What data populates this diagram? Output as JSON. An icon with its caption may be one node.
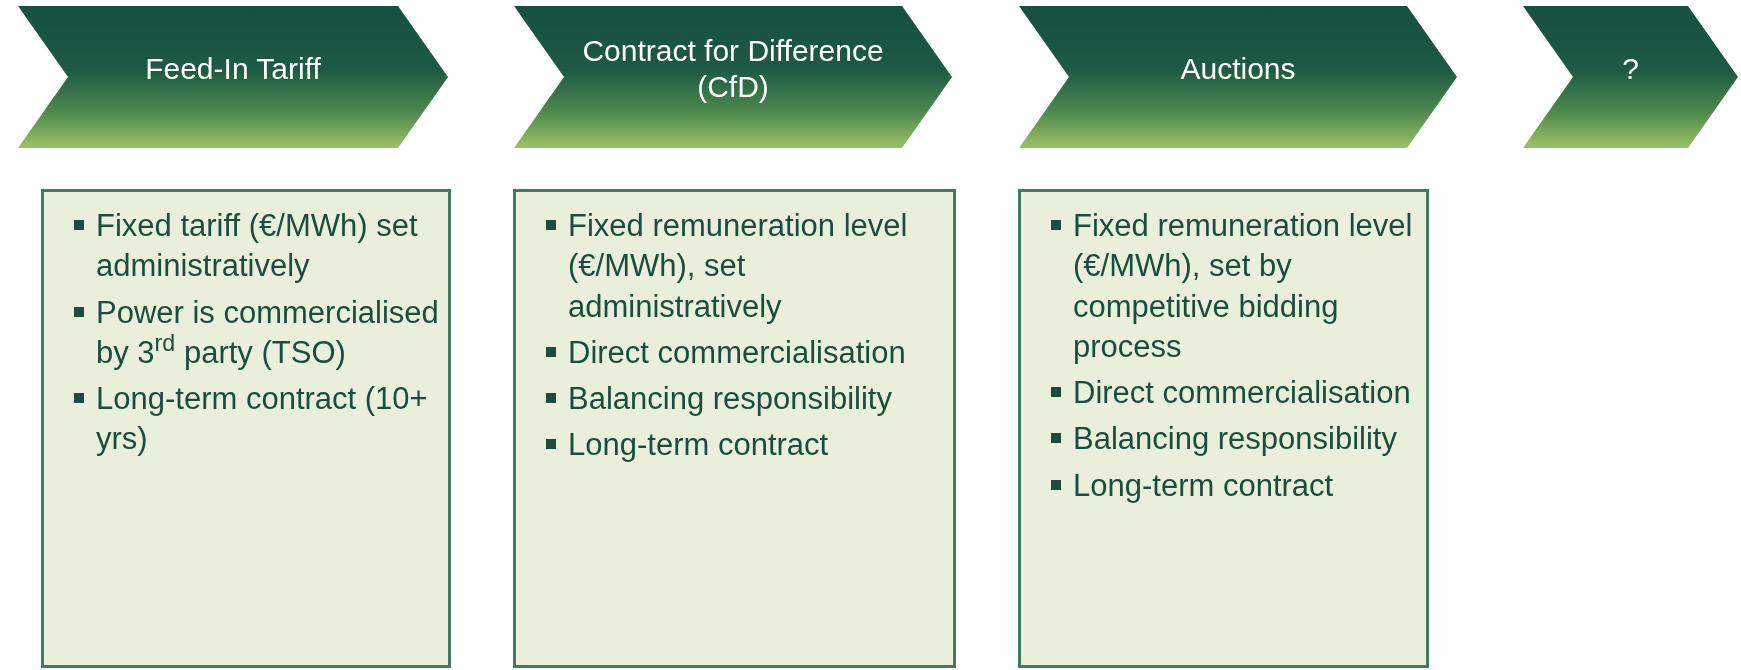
{
  "diagram": {
    "nodes": [
      {
        "text": [
          "Feed-In Tariff"
        ]
      },
      {
        "text": [
          "Contract for Difference (CfD)"
        ]
      },
      {
        "text": [
          "Auctions"
        ]
      },
      {
        "text": [
          "?"
        ]
      },
      {
        "text": [
          "Fixed tariff (€/MWh) set administratively",
          "Power is commercialised by 3$^{rd}$ party (TSO)",
          "Long-term contract (10+ yrs)"
        ]
      },
      {
        "text": [
          "Fixed remuneration level (€/MWh), set administratively",
          "Direct commercialisation",
          "Balancing responsibility",
          "Long-term contract"
        ]
      },
      {
        "text": [
          "Fixed remuneration level (€/MWh), set by competitive bidding process",
          "Direct commercialisation",
          "Balancing responsibility",
          "Long-term contract"
        ]
      }
    ]
  }
}
